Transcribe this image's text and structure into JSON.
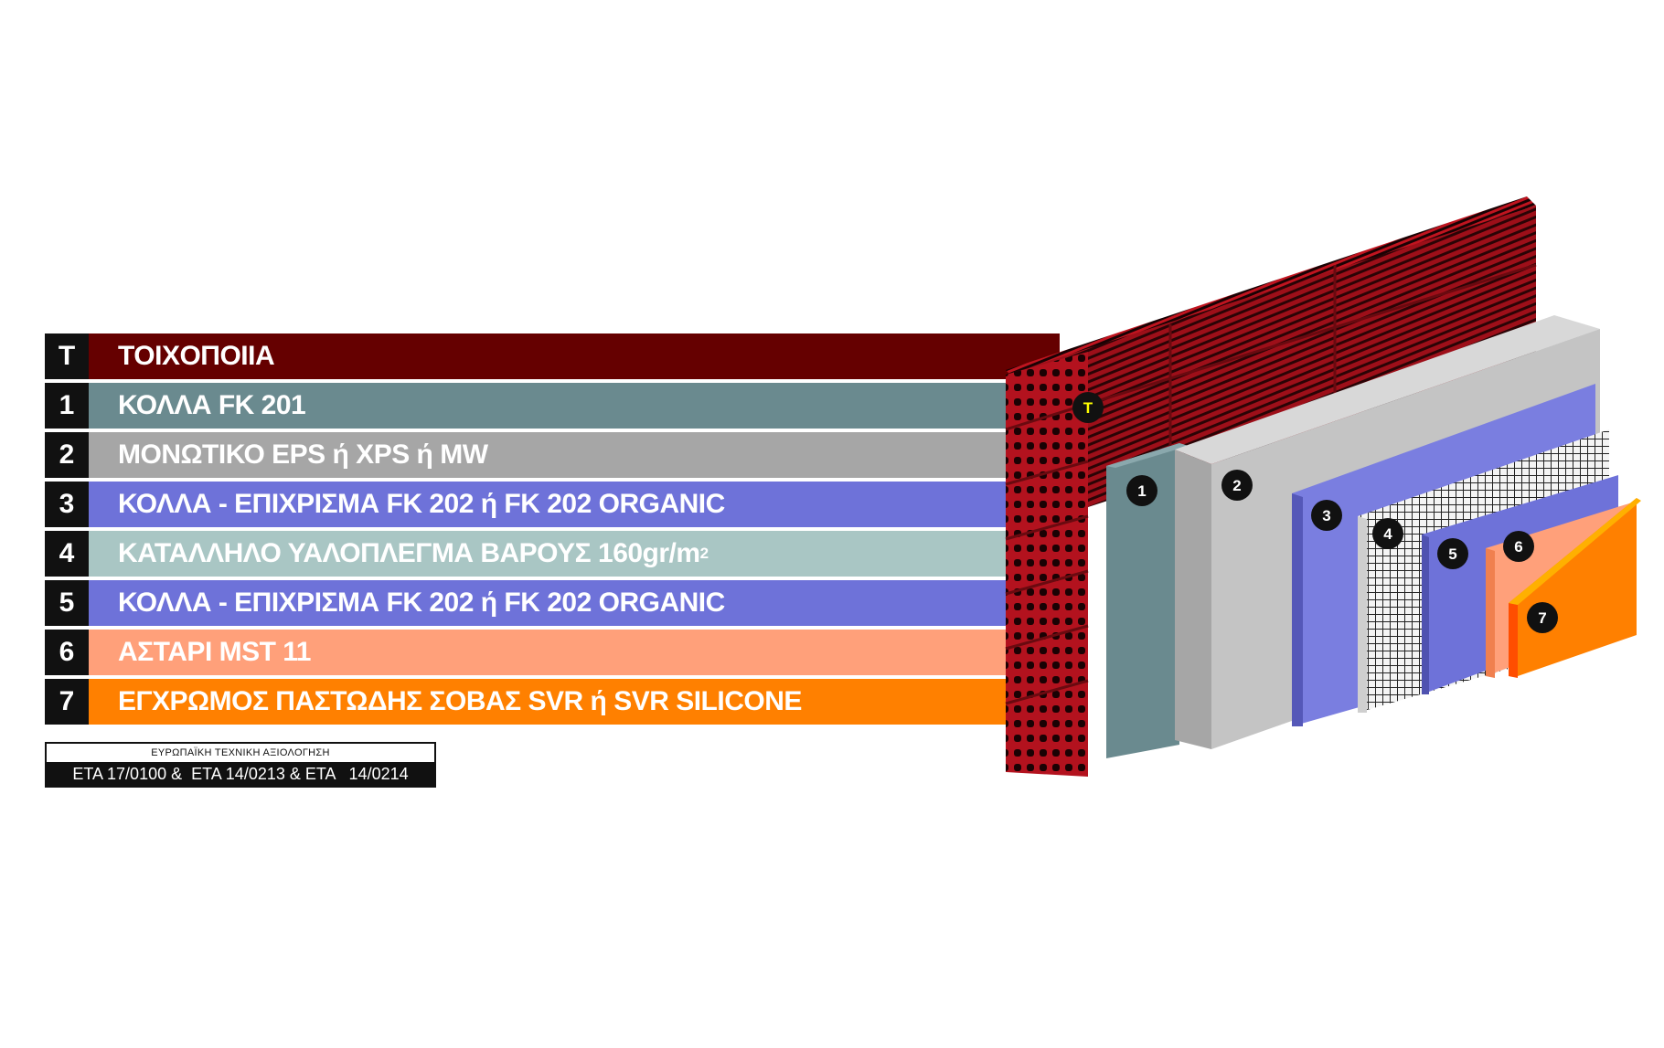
{
  "layers": [
    {
      "id": "T",
      "label": "ΤΟΙΧΟΠΟΙΙΑ",
      "color": "#650000"
    },
    {
      "id": "1",
      "label": "ΚΟΛΛΑ FK 201",
      "color": "#6a8a8f"
    },
    {
      "id": "2",
      "label": "ΜΟΝΩΤΙΚΟ EPS ή XPS ή MW",
      "color": "#a6a6a6"
    },
    {
      "id": "3",
      "label": "ΚΟΛΛΑ - ΕΠΙΧΡΙΣΜΑ FK 202 ή  FK 202 ORGANIC",
      "color": "#6e72d9"
    },
    {
      "id": "4",
      "label": "ΚΑΤΑΛΛΗΛΟ ΥΑΛΟΠΛΕΓΜΑ ΒΑΡΟΥΣ 160gr/m",
      "sup": "2",
      "color": "#a9c6c4"
    },
    {
      "id": "5",
      "label": "ΚΟΛΛΑ - ΕΠΙΧΡΙΣΜΑ FK 202  ή  FK 202 ORGANIC",
      "color": "#6e72d9"
    },
    {
      "id": "6",
      "label": "ΑΣΤΑΡΙ MST 11",
      "color": "#ffa07a"
    },
    {
      "id": "7",
      "label": "ΕΓΧΡΩΜΟΣ ΠΑΣΤΩΔΗΣ ΣΟΒΑΣ SVR ή  SVR SILICONE",
      "color": "#ff8000"
    }
  ],
  "eta": {
    "title": "ΕΥΡΩΠΑΪΚΗ ΤΕΧΝΙΚΗ ΑΞΙΟΛΟΓΗΣΗ",
    "codes": "ETA 17/0100 &  ETA 14/0213 & ETA   14/0214"
  },
  "colors": {
    "brick": "#b3121e",
    "brick_dark": "#6a0a10",
    "badge": "#111111",
    "badge_text_T": "#ffff00"
  }
}
